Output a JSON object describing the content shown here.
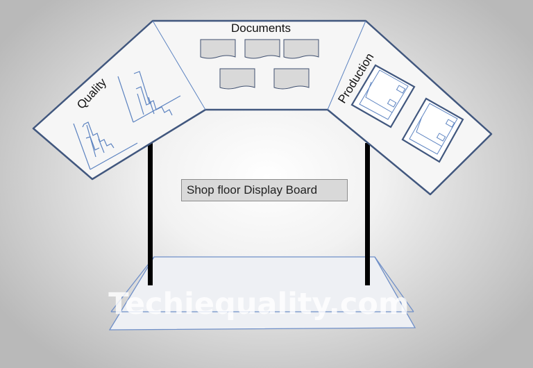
{
  "panels": {
    "quality_title": "Quality",
    "documents_title": "Documents",
    "production_title": "Production"
  },
  "board_label": "Shop floor Display Board",
  "watermark": "Techiequality.com",
  "colors": {
    "panel_stroke": "#41577e",
    "panel_fill": "#f6f6f6",
    "chart_line": "#5b82c0",
    "doc_fill": "#d9d9d9",
    "doc_stroke": "#3f4f6f",
    "post": "#000000",
    "base_stroke": "#6f8fc8"
  }
}
